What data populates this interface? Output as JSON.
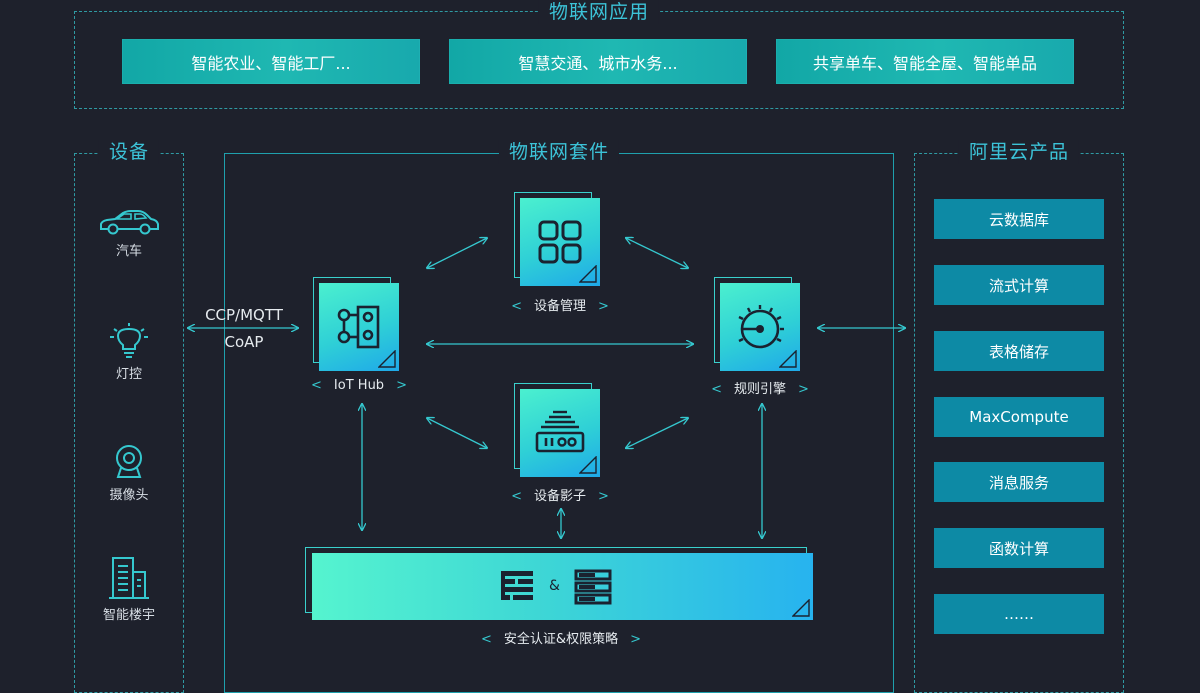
{
  "iot_apps": {
    "title": "物联网应用",
    "items": [
      "智能农业、智能工厂...",
      "智慧交通、城市水务...",
      "共享单车、智能全屋、智能单品"
    ]
  },
  "devices": {
    "title": "设备",
    "items": [
      {
        "label": "汽车",
        "icon": "car-icon"
      },
      {
        "label": "灯控",
        "icon": "lightbulb-icon"
      },
      {
        "label": "摄像头",
        "icon": "camera-icon"
      },
      {
        "label": "智能楼宇",
        "icon": "building-icon"
      }
    ]
  },
  "protocols": {
    "line1": "CCP/MQTT",
    "line2": "CoAP"
  },
  "suite": {
    "title": "物联网套件",
    "nodes": {
      "iot_hub": {
        "label": "IoT Hub",
        "icon": "hub-icon"
      },
      "device_mgmt": {
        "label": "设备管理",
        "icon": "grid-icon"
      },
      "rule_engine": {
        "label": "规则引擎",
        "icon": "gauge-icon"
      },
      "device_shadow": {
        "label": "设备影子",
        "icon": "shadow-device-icon"
      }
    },
    "security": {
      "label": "安全认证&权限策略",
      "amp": "&",
      "icons": [
        "firewall-icon",
        "server-icon"
      ]
    },
    "bracket_left": "<",
    "bracket_right": ">"
  },
  "aliyun": {
    "title": "阿里云产品",
    "items": [
      "云数据库",
      "流式计算",
      "表格储存",
      "MaxCompute",
      "消息服务",
      "函数计算",
      "……"
    ]
  },
  "colors": {
    "background": "#1e212c",
    "accent": "#3cc3d8",
    "app_button": "#17b0ac",
    "product_button": "#0d8aa5",
    "card_gradient_start": "#4bf0cf",
    "card_gradient_end": "#1fa9e9"
  }
}
